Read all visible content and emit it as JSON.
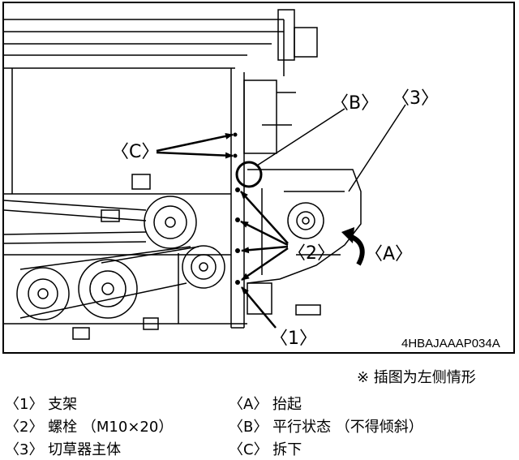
{
  "figure": {
    "code": "4HBAJAAAP034A",
    "callouts": {
      "b": "〈B〉",
      "n3": "〈3〉",
      "c": "〈C〉",
      "n2": "〈2〉",
      "a": "〈A〉",
      "n1": "〈1〉"
    }
  },
  "note": "※ 插图为左侧情形",
  "legend": {
    "left": [
      "〈1〉 支架",
      "〈2〉 螺栓 （M10×20）",
      "〈3〉 切草器主体"
    ],
    "right": [
      "〈A〉 抬起",
      "〈B〉 平行状态 （不得倾斜）",
      "〈C〉 拆下"
    ]
  }
}
